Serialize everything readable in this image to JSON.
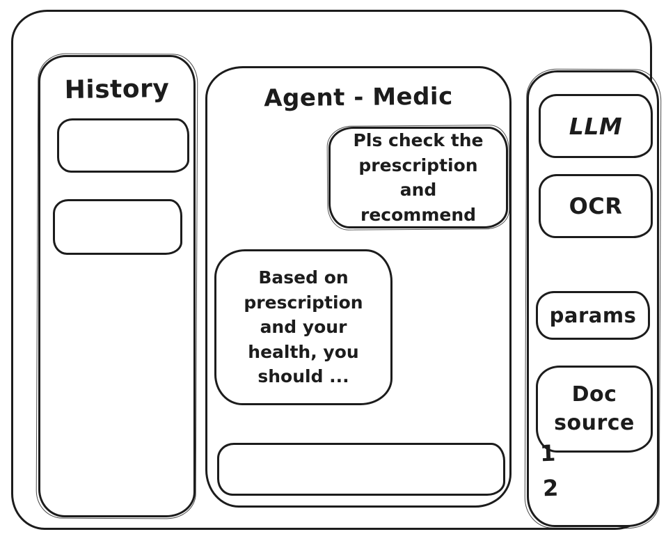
{
  "window": {
    "background": "#ffffff",
    "ink": "#1c1c1c"
  },
  "history_panel": {
    "title": "History",
    "items": [
      {
        "label": ""
      },
      {
        "label": ""
      }
    ]
  },
  "chat_panel": {
    "title": "Agent - Medic",
    "messages": [
      {
        "role": "user",
        "text": "Pls check the prescription and recommend"
      },
      {
        "role": "assistant",
        "text": "Based on prescription and your health, you should ..."
      }
    ],
    "composer": {
      "value": "",
      "placeholder": ""
    }
  },
  "tools_panel": {
    "buttons": [
      {
        "label": "LLM"
      },
      {
        "label": "OCR"
      },
      {
        "label": "params"
      },
      {
        "label": "Doc source"
      }
    ],
    "doc_source_items": [
      {
        "label": "1"
      },
      {
        "label": "2"
      }
    ]
  }
}
